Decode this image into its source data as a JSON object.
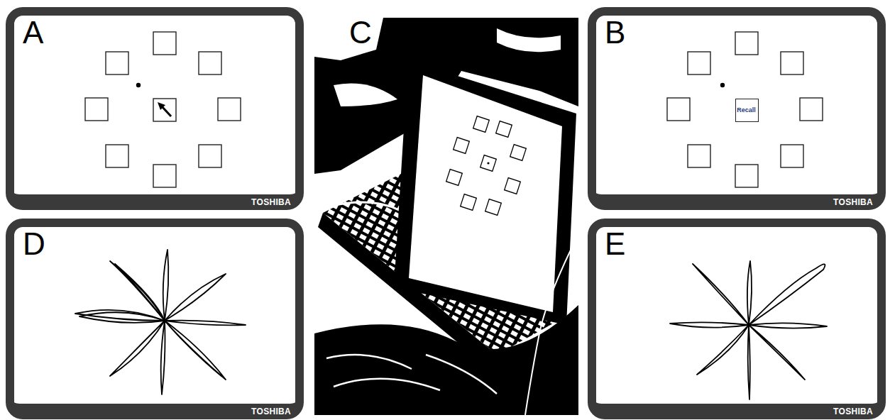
{
  "diagram": {
    "nodes": [
      {
        "text": [
          "A",
          "TOSHIBA"
        ]
      },
      {
        "text": [
          "B",
          "TOSHIBA"
        ]
      },
      {
        "text": [
          "Recall"
        ],
        "in": 1
      },
      {
        "text": [
          "D",
          "TOSHIBA"
        ]
      },
      {
        "text": [
          "E",
          "TOSHIBA"
        ]
      }
    ],
    "labels": [
      "C"
    ]
  }
}
